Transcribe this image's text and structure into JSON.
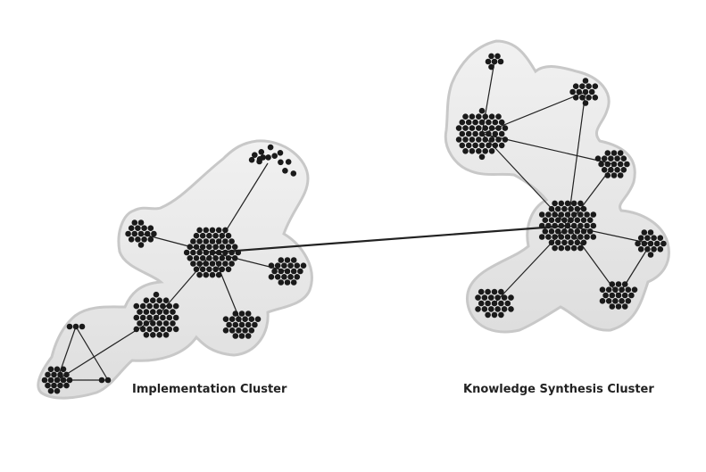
{
  "clusters": [
    {
      "id": "implementation",
      "label": "Implementation Cluster",
      "nodes": [
        {
          "id": "i-hub",
          "count": 60
        },
        {
          "id": "i-top-arc",
          "count": 14
        },
        {
          "id": "i-left",
          "count": 16
        },
        {
          "id": "i-right",
          "count": 22
        },
        {
          "id": "i-low",
          "count": 42
        },
        {
          "id": "i-bottom",
          "count": 22
        },
        {
          "id": "i-tri-top",
          "count": 3
        },
        {
          "id": "i-tri-right",
          "count": 2
        },
        {
          "id": "i-tri-left",
          "count": 18
        }
      ]
    },
    {
      "id": "knowledge-synthesis",
      "label": "Knowledge Synthesis Cluster",
      "nodes": [
        {
          "id": "k-top",
          "count": 6
        },
        {
          "id": "k-topright",
          "count": 14
        },
        {
          "id": "k-left",
          "count": 50
        },
        {
          "id": "k-midright",
          "count": 20
        },
        {
          "id": "k-hub",
          "count": 65
        },
        {
          "id": "k-right",
          "count": 16
        },
        {
          "id": "k-lowright",
          "count": 22
        },
        {
          "id": "k-lowleft",
          "count": 24
        }
      ]
    }
  ],
  "edges": [
    [
      "i-hub",
      "k-hub"
    ],
    [
      "i-hub",
      "i-top-arc"
    ],
    [
      "i-hub",
      "i-left"
    ],
    [
      "i-hub",
      "i-right"
    ],
    [
      "i-hub",
      "i-low"
    ],
    [
      "i-hub",
      "i-bottom"
    ],
    [
      "i-low",
      "i-tri-left"
    ],
    [
      "i-tri-top",
      "i-tri-left"
    ],
    [
      "i-tri-top",
      "i-tri-right"
    ],
    [
      "i-tri-right",
      "i-tri-left"
    ],
    [
      "k-left",
      "k-top"
    ],
    [
      "k-left",
      "k-topright"
    ],
    [
      "k-left",
      "k-midright"
    ],
    [
      "k-left",
      "k-hub"
    ],
    [
      "k-topright",
      "k-hub"
    ],
    [
      "k-midright",
      "k-hub"
    ],
    [
      "k-hub",
      "k-right"
    ],
    [
      "k-hub",
      "k-lowright"
    ],
    [
      "k-hub",
      "k-lowleft"
    ],
    [
      "k-right",
      "k-lowright"
    ]
  ],
  "colors": {
    "node": "#1a1a1a",
    "edge": "#222222",
    "blob_fill": "#e9e9e9",
    "blob_stroke": "#c8c8c8"
  }
}
